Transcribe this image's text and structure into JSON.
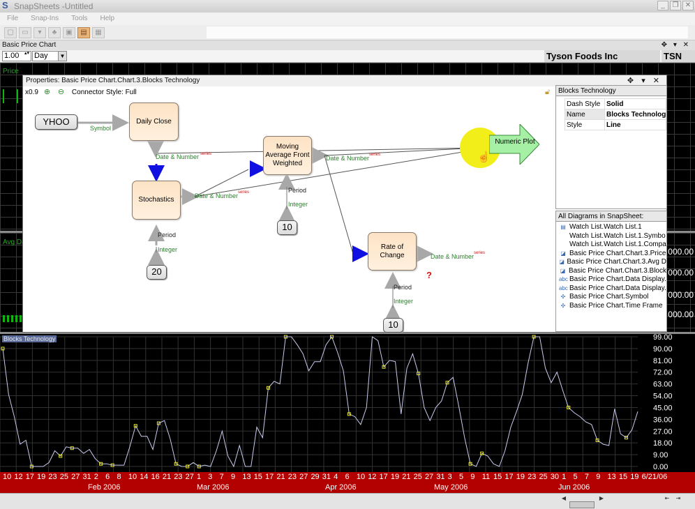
{
  "window": {
    "title": "SnapSheets -Untitled",
    "app_icon": "S",
    "min": "_",
    "restore": "❐",
    "close": "✕"
  },
  "menu": [
    "File",
    "Snap-Ins",
    "Tools",
    "Help"
  ],
  "chart_header": {
    "title": "Basic Price Chart",
    "pin": "✥ ▾ ✕"
  },
  "controls": {
    "multiplier": "1.00",
    "timeframe": "Day",
    "company": "Tyson Foods Inc",
    "symbol": "TSN"
  },
  "panes": {
    "price_label": "Price",
    "avg_label": "Avg Da",
    "values": [
      "000.00",
      "000.00",
      "000.00",
      "000.00"
    ]
  },
  "dialog": {
    "title": "Properties: Basic Price Chart.Chart.3.Blocks Technology",
    "controls": "✥ ▾ ✕",
    "zoom": "x0.9",
    "connector_style": "Connector Style: Full",
    "nodes": {
      "yhoo": "YHOO",
      "daily_close": "Daily Close",
      "moving_average": "Moving Average Front Weighted",
      "stochastics": "Stochastics",
      "rate_of_change": "Rate of Change",
      "numeric_plot": "Numeric Plot",
      "const_20": "20",
      "const_10a": "10",
      "const_10b": "10"
    },
    "labels": {
      "symbol": "Symbol",
      "date_number": "Date & Number",
      "series": "series",
      "period": "Period",
      "integer": "Integer",
      "qmark": "?"
    }
  },
  "properties_panel": {
    "title": "Blocks Technology",
    "rows": [
      {
        "key": "Dash Style",
        "value": "Solid"
      },
      {
        "key": "Name",
        "value": "Blocks Technolog"
      },
      {
        "key": "Style",
        "value": "Line"
      }
    ]
  },
  "diagrams_panel": {
    "title": "All Diagrams in SnapSheet:",
    "items": [
      {
        "icon": "list-icon",
        "glyph": "▤",
        "label": "Watch List.Watch List.1"
      },
      {
        "icon": "none",
        "glyph": "",
        "label": "Watch List.Watch List.1.Symbo"
      },
      {
        "icon": "none",
        "glyph": "",
        "label": "Watch List.Watch List.1.Compa"
      },
      {
        "icon": "chart-icon",
        "glyph": "◪",
        "label": "Basic Price Chart.Chart.3.Price"
      },
      {
        "icon": "chart-icon",
        "glyph": "◪",
        "label": "Basic Price Chart.Chart.3.Avg D"
      },
      {
        "icon": "chart-icon",
        "glyph": "◪",
        "label": "Basic Price Chart.Chart.3.Block"
      },
      {
        "icon": "text-icon",
        "glyph": "abc",
        "label": "Basic Price Chart.Data Display."
      },
      {
        "icon": "text-icon",
        "glyph": "abc",
        "label": "Basic Price Chart.Data Display."
      },
      {
        "icon": "symbol-icon",
        "glyph": "✣",
        "label": "Basic Price Chart.Symbol"
      },
      {
        "icon": "symbol-icon",
        "glyph": "✣",
        "label": "Basic Price Chart.Time Frame"
      }
    ]
  },
  "chart_data": {
    "type": "line",
    "legend": "Blocks Technology",
    "ylim": [
      0,
      99
    ],
    "y_ticks": [
      "99.00",
      "90.00",
      "81.00",
      "72.00",
      "63.00",
      "54.00",
      "45.00",
      "36.00",
      "27.00",
      "18.00",
      "9.00",
      "0.00"
    ],
    "x_day_labels": [
      "10",
      "12",
      "17",
      "19",
      "23",
      "25",
      "27",
      "31",
      "2",
      "6",
      "8",
      "10",
      "14",
      "16",
      "21",
      "23",
      "27",
      "1",
      "3",
      "7",
      "9",
      "13",
      "15",
      "17",
      "21",
      "23",
      "27",
      "29",
      "31",
      "4",
      "6",
      "10",
      "12",
      "17",
      "19",
      "21",
      "25",
      "27",
      "31",
      "3",
      "5",
      "9",
      "11",
      "15",
      "17",
      "19",
      "23",
      "25",
      "30",
      "1",
      "5",
      "7",
      "9",
      "13",
      "15",
      "19",
      "6/21/06"
    ],
    "x_month_labels": [
      "Feb 2006",
      "Mar 2006",
      "Apr 2006",
      "May 2006",
      "Jun 2006"
    ],
    "values": [
      90,
      55,
      38,
      17,
      20,
      0,
      0,
      0,
      3,
      12,
      8,
      15,
      14,
      14,
      10,
      13,
      6,
      2,
      2,
      1,
      1,
      1,
      15,
      31,
      23,
      23,
      13,
      33,
      35,
      21,
      2,
      0,
      0,
      3,
      0,
      1,
      0,
      12,
      27,
      8,
      0,
      16,
      0,
      0,
      30,
      22,
      60,
      65,
      63,
      99,
      99,
      93,
      86,
      73,
      80,
      80,
      93,
      99,
      87,
      73,
      40,
      38,
      32,
      45,
      99,
      96,
      76,
      81,
      80,
      40,
      75,
      86,
      71,
      45,
      35,
      45,
      50,
      64,
      68,
      46,
      22,
      2,
      0,
      10,
      8,
      2,
      0,
      12,
      30,
      42,
      55,
      79,
      99,
      99,
      75,
      64,
      72,
      58,
      45,
      41,
      38,
      34,
      32,
      20,
      17,
      16,
      44,
      25,
      22,
      28,
      42
    ],
    "markers": [
      90,
      2,
      8,
      12,
      1,
      2,
      31,
      35,
      2,
      1,
      2,
      60,
      99,
      99,
      40,
      75,
      71,
      65,
      1,
      12,
      99,
      45,
      20,
      22
    ]
  }
}
